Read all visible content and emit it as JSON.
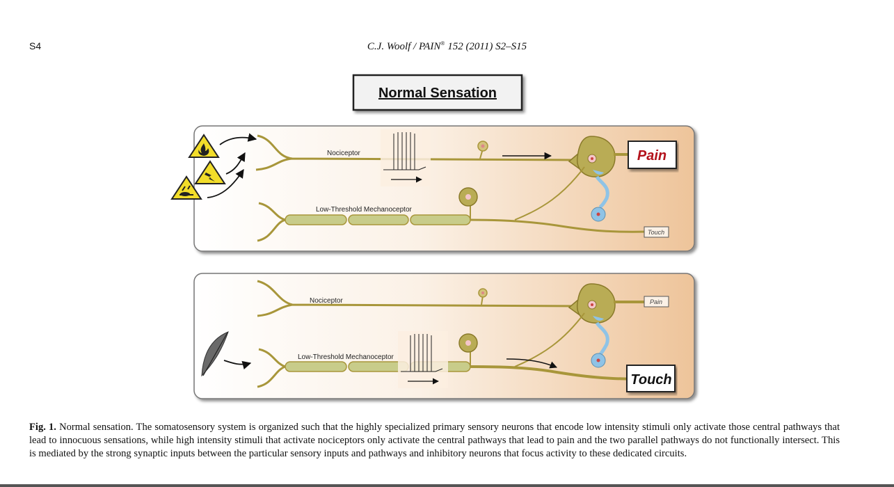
{
  "header": {
    "page_number": "S4",
    "running_head": "C.J. Woolf / PAIN",
    "running_head_sup": "®",
    "running_head_tail": " 152 (2011) S2–S15"
  },
  "figure": {
    "title": "Normal Sensation",
    "top_panel": {
      "nociceptor_label": "Nociceptor",
      "mechanoceptor_label": "Low-Threshold Mechanoceptor",
      "pain_output": "Pain",
      "touch_output": "Touch"
    },
    "bottom_panel": {
      "nociceptor_label": "Nociceptor",
      "mechanoceptor_label": "Low-Threshold Mechanoceptor",
      "pain_output": "Pain",
      "touch_output": "Touch"
    },
    "colors": {
      "nerve": "#8a7a2a",
      "soma": "#b9ac55",
      "myelin": "#c8cc8a",
      "inhibitory": "#8fc3e6",
      "pain_red": "#b3121b",
      "panel_left": "#ffffff",
      "panel_right": "#f0c9a0"
    }
  },
  "caption": {
    "label": "Fig. 1.",
    "text": " Normal sensation. The somatosensory system is organized such that the highly specialized primary sensory neurons that encode low intensity stimuli only activate those central pathways that lead to innocuous sensations, while high intensity stimuli that activate nociceptors only activate the central pathways that lead to pain and the two parallel pathways do not functionally intersect. This is mediated by the strong synaptic inputs between the particular sensory inputs and pathways and inhibitory neurons that focus activity to these dedicated circuits."
  }
}
